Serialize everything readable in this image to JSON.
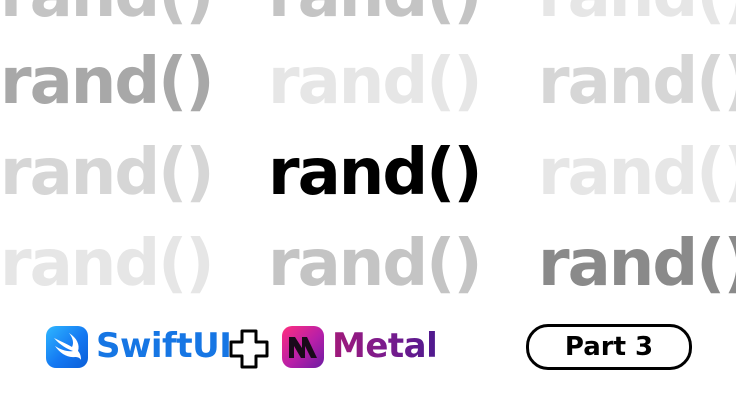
{
  "tile_text": "rand()",
  "brand": {
    "swiftui_label": "SwiftUI",
    "metal_label": "Metal",
    "swiftui_color": "#1676e4",
    "metal_color": "#7b1b8d"
  },
  "badge": {
    "label": "Part 3"
  },
  "icons": {
    "swiftui": "swiftui-logo-icon",
    "plus": "plus-outline-icon",
    "metal": "metal-logo-icon"
  }
}
